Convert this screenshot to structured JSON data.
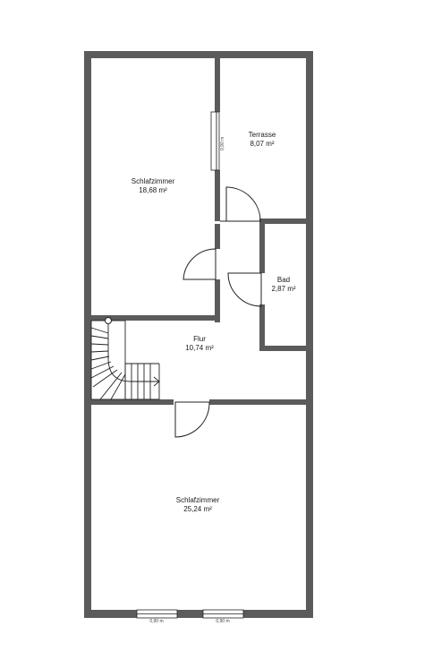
{
  "rooms": {
    "schlafzimmer_top": {
      "name": "Schlafzimmer",
      "area": "18,68 m²"
    },
    "terrasse": {
      "name": "Terrasse",
      "area": "8,07 m²"
    },
    "bad": {
      "name": "Bad",
      "area": "2,87 m²"
    },
    "flur": {
      "name": "Flur",
      "area": "10,74 m²"
    },
    "schlafzimmer_bottom": {
      "name": "Schlafzimmer",
      "area": "25,24 m²"
    }
  },
  "dimensions": {
    "terrace_door": "0,90 m",
    "window_left": "0,90 m",
    "window_right": "0,90 m"
  },
  "colors": {
    "wall": "#5b5b5b",
    "line": "#222222",
    "background": "#ffffff"
  }
}
